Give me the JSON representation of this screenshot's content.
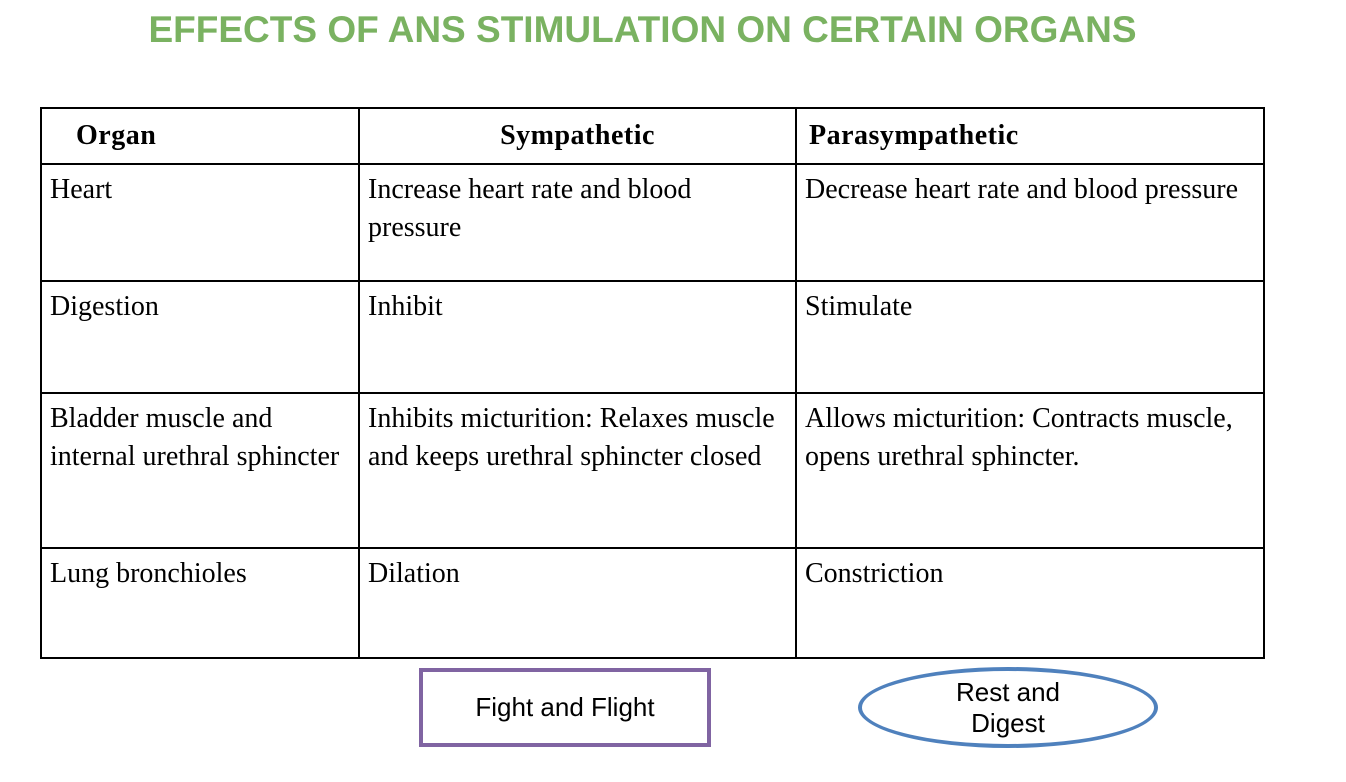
{
  "title": {
    "text": "EFFECTS OF ANS STIMULATION ON CERTAIN ORGANS"
  },
  "colors": {
    "title_green": "#7AB261",
    "fight_flight_purple": "#8064A2",
    "rest_digest_blue": "#4F81BD",
    "table_border": "#000000"
  },
  "table": {
    "headers": [
      "Organ",
      "Sympathetic",
      "Parasympathetic"
    ],
    "rows": [
      {
        "organ": "Heart",
        "sympathetic": "Increase heart rate and blood pressure",
        "parasympathetic": "Decrease heart rate and blood pressure"
      },
      {
        "organ": "Digestion",
        "sympathetic": "Inhibit",
        "parasympathetic": "Stimulate"
      },
      {
        "organ": "Bladder muscle and internal urethral sphincter",
        "sympathetic": "Inhibits micturition: Relaxes muscle and keeps urethral sphincter closed",
        "parasympathetic": "Allows micturition: Contracts muscle, opens urethral sphincter."
      },
      {
        "organ": "Lung bronchioles",
        "sympathetic": "Dilation",
        "parasympathetic": "Constriction"
      }
    ]
  },
  "callouts": {
    "fight_flight": {
      "label": "Fight and Flight"
    },
    "rest_digest": {
      "line1": "Rest and",
      "line2": "Digest"
    }
  }
}
